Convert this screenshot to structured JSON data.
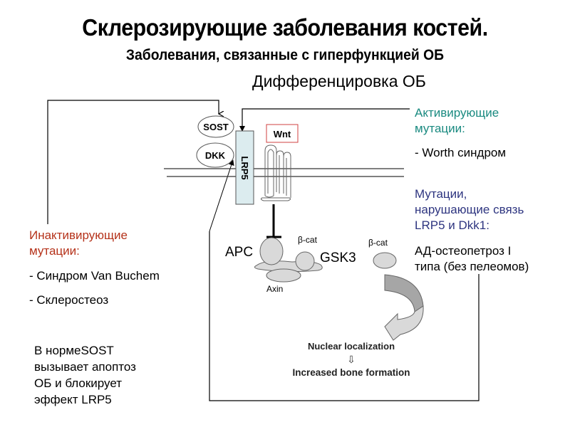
{
  "slide": {
    "title": "Склерозирующие заболевания костей.",
    "subtitle": "Заболевания, связанные с гиперфункцией ОБ",
    "heading": "Дифференцировка ОБ"
  },
  "diagram": {
    "labels": {
      "sost": "SOST",
      "dkk": "DKK",
      "lrp5": "LRP5",
      "wnt": "Wnt",
      "apc": "APC",
      "beta_cat_1": "β-cat",
      "gsk3": "GSK3",
      "beta_cat_2": "β-cat",
      "axin": "Axin",
      "nuclear": "Nuclear localization",
      "down_arrow": "⇩",
      "bone": "Increased bone formation"
    },
    "colors": {
      "wnt_border": "#d04040",
      "lrp5_fill": "#dcecef",
      "protein_fill": "#d9d9d9",
      "arrow_dark": "#a6a6a6",
      "arrow_light": "#d9d9d9"
    }
  },
  "activating": {
    "heading_lines": [
      "Активирующие",
      "мутации:"
    ],
    "item": "- Worth синдром",
    "color": "#1a8a80"
  },
  "disrupting": {
    "heading_lines": [
      "Мутации,",
      "нарушающие связь",
      "LRP5 и Dkk1:"
    ],
    "item_lines": [
      "АД-остеопетроз I",
      "типа (без пелеомов)"
    ],
    "color": "#2e3580"
  },
  "inactivating": {
    "heading_lines": [
      "Инактивирующие",
      "мутации:"
    ],
    "items": [
      "- Синдром Van Buchem",
      "- Склеростеоз"
    ],
    "color": "#b5321a"
  },
  "note": {
    "lines": [
      "В нормеSOST",
      "вызывает апоптоз",
      "ОБ и блокирует",
      "эффект LRP5"
    ]
  }
}
